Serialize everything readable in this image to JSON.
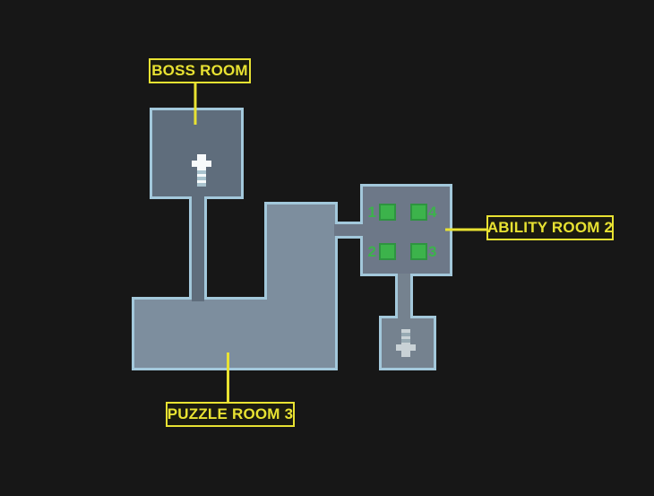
{
  "map": {
    "labels": {
      "boss": "BOSS ROOM",
      "ability": "ABILITY ROOM 2",
      "puzzle": "PUZZLE ROOM 3"
    },
    "switches": {
      "s1": "1",
      "s2": "2",
      "s3": "3",
      "s4": "4"
    },
    "icons": {
      "boss_room": "up-arrow",
      "exit_room": "down-arrow"
    }
  },
  "colors": {
    "background": "#171717",
    "room_border": "#a3c8db",
    "boss_room_fill": "#5f6d7c",
    "puzzle_room_fill": "#7d8e9e",
    "ability_room_fill": "#6d7888",
    "small_room_fill": "#75828f",
    "label_yellow": "#e8e232",
    "label_bg": "#1b1b10",
    "switch_green": "#3cb34b",
    "switch_green_edge": "#2e9440",
    "arrow_white": "#f7fafb",
    "arrow_stripe": "#a9c3ce",
    "arrow_muted": "#c9d2d6",
    "arrow_muted_stripe": "#97aab3"
  }
}
